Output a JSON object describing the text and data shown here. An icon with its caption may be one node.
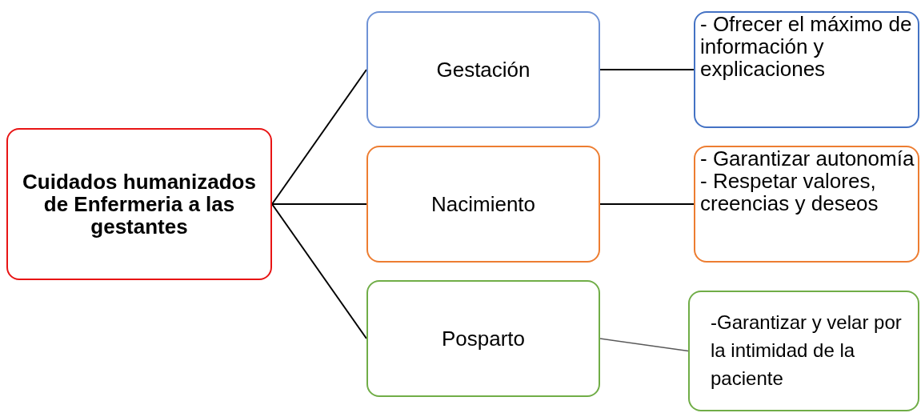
{
  "diagram": {
    "nodes": [
      {
        "text": [
          "Cuidados humanizados de Enfermeria a las gestantes"
        ]
      },
      {
        "text": [
          "Gestación"
        ]
      },
      {
        "text": [
          "Nacimiento"
        ]
      },
      {
        "text": [
          "Posparto"
        ]
      },
      {
        "text": [
          "- Ofrecer el máximo de información y explicaciones"
        ]
      },
      {
        "text": [
          "- Garantizar autonomía",
          "- Respetar valores, creencias y deseos"
        ]
      },
      {
        "text": [
          "-Garantizar y velar por la intimidad de la paciente"
        ]
      }
    ],
    "edges": [
      {
        "from": 0,
        "to": 1,
        "arrow": "none"
      },
      {
        "from": 0,
        "to": 2,
        "arrow": "none"
      },
      {
        "from": 0,
        "to": 3,
        "arrow": "none"
      },
      {
        "from": 1,
        "to": 4,
        "arrow": "none"
      },
      {
        "from": 2,
        "to": 5,
        "arrow": "none"
      },
      {
        "from": 3,
        "to": 6,
        "arrow": "none",
        "color": "#595959"
      }
    ]
  }
}
